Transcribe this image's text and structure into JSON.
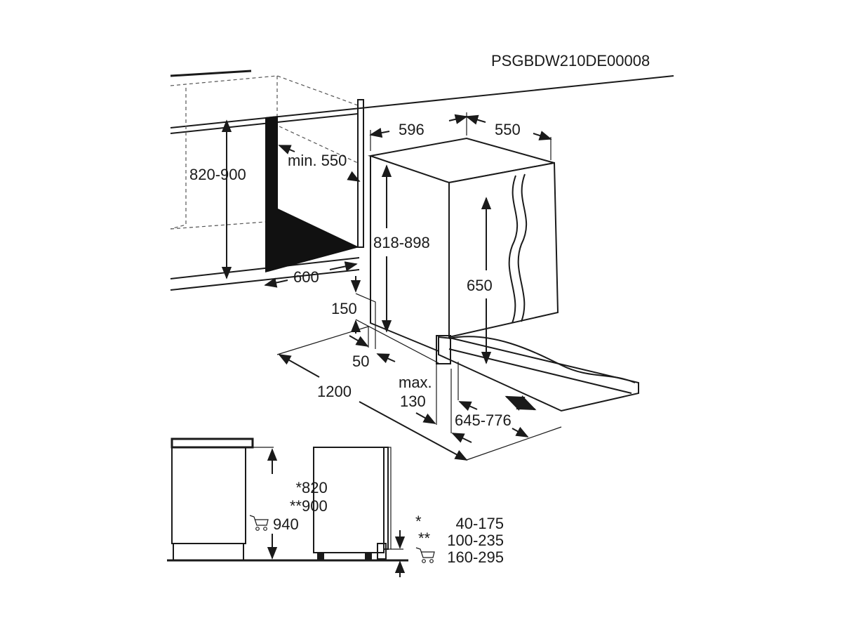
{
  "model_code": "PSGBDW210DE00008",
  "installation": {
    "niche_height": "820-900",
    "niche_depth": "min. 550",
    "niche_width": "600",
    "appliance_width": "596",
    "appliance_depth": "550",
    "appliance_height": "818-898",
    "door_height": "650",
    "plinth_height": "150",
    "plinth_depth": "50",
    "door_open_clearance": "1200",
    "max_label": "max.",
    "plinth_max": "130",
    "door_offset": "645-776"
  },
  "side_view": {
    "heights": [
      {
        "marker": "*",
        "value": "820"
      },
      {
        "marker": "**",
        "value": "900"
      },
      {
        "marker": "cart-icon",
        "value": "940"
      }
    ],
    "plinth_ranges": [
      {
        "marker": "*",
        "value": "40-175"
      },
      {
        "marker": "**",
        "value": "100-235"
      },
      {
        "marker": "cart-icon",
        "value": "160-295"
      }
    ]
  }
}
